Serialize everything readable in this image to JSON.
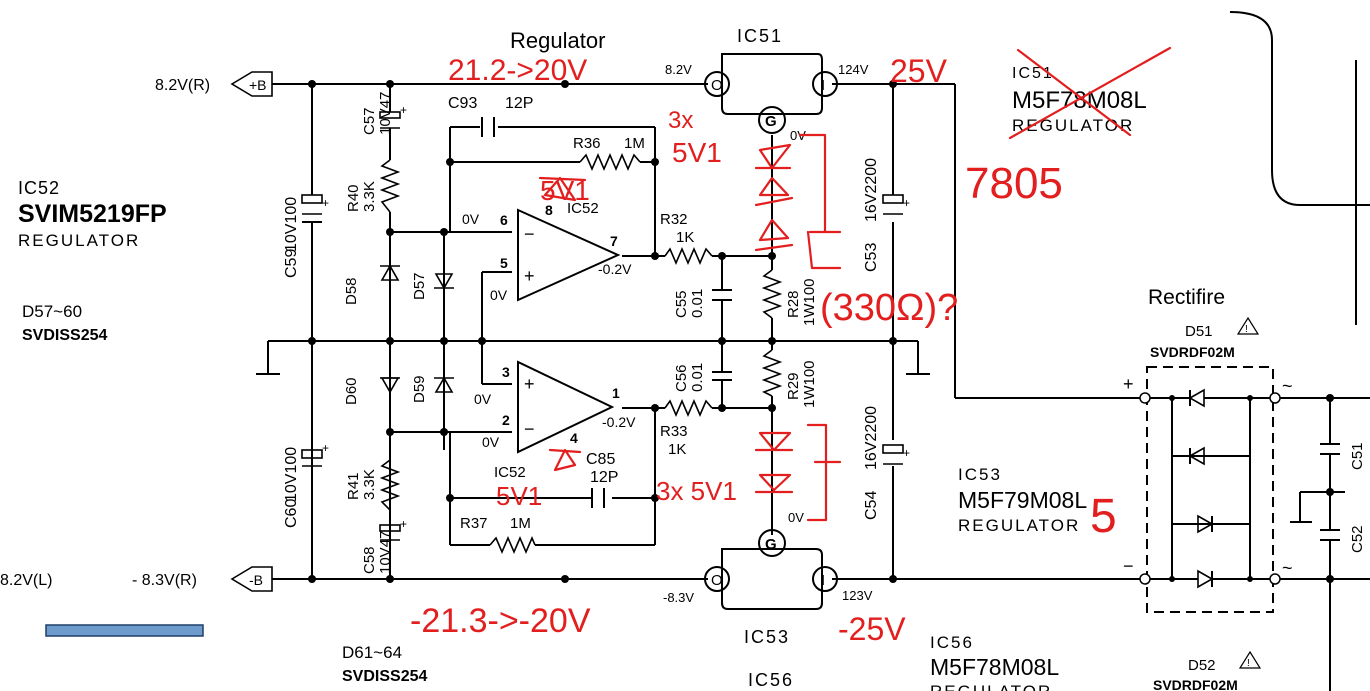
{
  "title": "Regulator",
  "rectifier_title": "Rectifire",
  "rails": {
    "pos_in_left": "8.2V(R)",
    "pos_plus": "+B",
    "neg_in_left": "8.2V(L)",
    "neg_in_right": "- 8.3V(R)",
    "neg_minus": "-B"
  },
  "ic_blocks": {
    "ic52_name": "IC52",
    "ic52_part": "SVIM5219FP",
    "ic52_desc": "REGULATOR",
    "d57_60_ref": "D57~60",
    "d57_60_part": "SVDISS254",
    "d61_64_ref": "D61~64",
    "d61_64_part": "SVDISS254",
    "ic51_right_name": "IC51",
    "ic51_right_part": "M5F78M08L",
    "ic51_right_desc": "REGULATOR",
    "ic53_right_name": "IC53",
    "ic53_right_part": "M5F79M08L",
    "ic53_right_desc": "REGULATOR",
    "ic56_name": "IC56",
    "ic56_part": "M5F78M08L",
    "ic56_desc": "REGULATOR",
    "ic56_bottom": "IC56"
  },
  "regulators": {
    "ic51_top": "IC51",
    "ic51_in": "8.2V",
    "ic51_out": "124V",
    "ic51_gnd": "0V",
    "ic53_bottom": "IC53",
    "ic53_in": "-8.3V",
    "ic53_out": "123V",
    "ic53_gnd": "0V",
    "pin_o": "O",
    "pin_i": "I",
    "pin_g": "G"
  },
  "components": {
    "c93": "C93",
    "c93_val": "12P",
    "r36": "R36",
    "r36_val": "1M",
    "c57": "C57",
    "c57_val": "10V47",
    "r40": "R40",
    "r40_val": "3.3K",
    "c59": "C59",
    "c59_val": "10V100",
    "d58": "D58",
    "d57": "D57",
    "d60": "D60",
    "d59": "D59",
    "r41": "R41",
    "r41_val": "3.3K",
    "c60": "C60",
    "c60_val": "10V100",
    "c58": "C58",
    "c58_val": "10V47",
    "r32": "R32",
    "r32_val": "1K",
    "c55": "C55",
    "c55_val": "0.01",
    "c56": "C56",
    "c56_val": "0.01",
    "r28": "R28",
    "r28_val": "1W100",
    "r29": "R29",
    "r29_val": "1W100",
    "c53": "C53",
    "c53_val": "16V2200",
    "c54": "C54",
    "c54_val": "16V2200",
    "r33": "R33",
    "r33_val": "1K",
    "c85": "C85",
    "c85_val": "12P",
    "r37": "R37",
    "r37_val": "1M",
    "c51": "C51",
    "c52": "C52"
  },
  "opamp": {
    "top_name": "IC52",
    "top_pin6": "6",
    "top_pin5": "5",
    "top_pin7": "7",
    "top_pin8": "8",
    "top_v6": "0V",
    "top_v5": "0V",
    "top_out": "-0.2V",
    "bottom_name": "IC52",
    "bot_pin3": "3",
    "bot_pin2": "2",
    "bot_pin1": "1",
    "bot_pin4": "4",
    "bot_v3": "0V",
    "bot_v2": "0V",
    "bot_out": "-0.2V",
    "minus": "−",
    "plus": "+"
  },
  "rectifier": {
    "d51": "D51",
    "d51_part": "SVDRDF02M",
    "d52": "D52",
    "d52_part": "SVDRDF02M",
    "plus": "+",
    "minus": "−",
    "ac": "~"
  },
  "annotations": {
    "top_in": "21.2->20V",
    "top_out": "25V",
    "ic51_new": "7805",
    "ic51_zener": "3x",
    "zener_top": "5V1",
    "opamp_top": "5V1",
    "resistor_note": "(330Ω)?",
    "ic53_new": "5",
    "opamp_bot": "5V1",
    "zener_bot": "3x 5V1",
    "bot_in": "-21.3->-20V",
    "bot_out": "-25V"
  },
  "colors": {
    "ink": "#000000",
    "annotation": "#e21e1e",
    "highlight_bar": "#6f9bcc"
  }
}
